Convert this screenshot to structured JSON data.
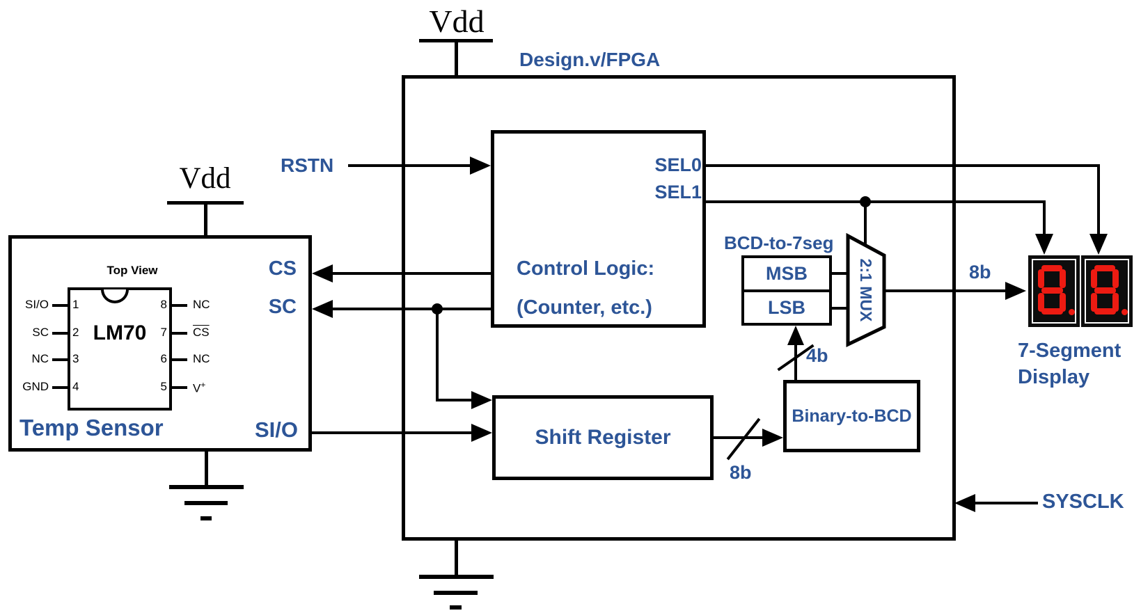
{
  "colors": {
    "accent_blue": "#2d5597",
    "line_black": "#000000",
    "segment_red": "#ed1b12",
    "display_bg": "#0d0d0d"
  },
  "power": {
    "vdd_top": "Vdd",
    "vdd_left": "Vdd"
  },
  "fpga": {
    "title": "Design.v/FPGA"
  },
  "temp_sensor": {
    "label": "Temp Sensor",
    "ports": {
      "cs": "CS",
      "sc": "SC",
      "sio": "SI/O"
    },
    "chip": {
      "name": "LM70",
      "top_view": "Top View",
      "left_pins": [
        {
          "label": "SI/O",
          "number": "1"
        },
        {
          "label": "SC",
          "number": "2"
        },
        {
          "label": "NC",
          "number": "3"
        },
        {
          "label": "GND",
          "number": "4"
        }
      ],
      "right_pins": [
        {
          "label": "NC",
          "number": "8"
        },
        {
          "label": "CS",
          "number": "7",
          "overline": true
        },
        {
          "label": "NC",
          "number": "6"
        },
        {
          "label": "V",
          "sup": "+",
          "number": "5"
        }
      ]
    }
  },
  "blocks": {
    "control_logic_line1": "Control Logic:",
    "control_logic_line2": "(Counter, etc.)",
    "shift_register": "Shift Register",
    "binary_to_bcd": "Binary-to-BCD",
    "bcd_to_7seg_label": "BCD-to-7seg",
    "msb": "MSB",
    "lsb": "LSB",
    "mux": "2:1 MUX"
  },
  "signals": {
    "rstn": "RSTN",
    "sel0": "SEL0",
    "sel1": "SEL1",
    "sysclk": "SYSCLK",
    "bus_8b_shift": "8b",
    "bus_4b": "4b",
    "bus_8b_out": "8b"
  },
  "display": {
    "label_line1": "7-Segment",
    "label_line2": "Display",
    "digits": [
      "8.",
      "8."
    ]
  }
}
